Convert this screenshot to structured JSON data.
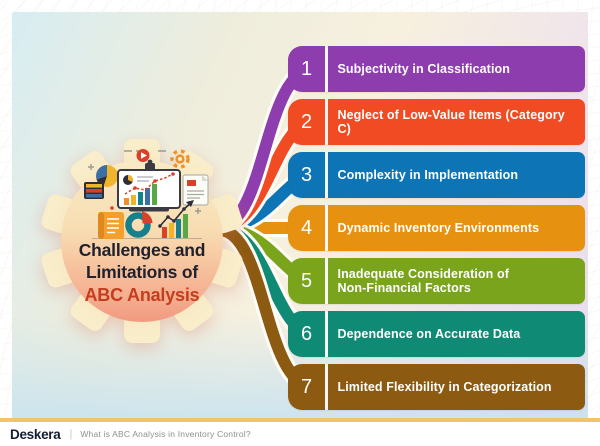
{
  "infographic": {
    "title_line1": "Challenges and",
    "title_line2": "Limitations of",
    "title_highlight": "ABC Analysis",
    "title_color": "#21212b",
    "highlight_color": "#c43d1e",
    "items": [
      {
        "number": "1",
        "label": "Subjectivity in Classification",
        "color": "#8e3daf"
      },
      {
        "number": "2",
        "label": "Neglect of Low-Value Items (Category C)",
        "color": "#f04b23"
      },
      {
        "number": "3",
        "label": "Complexity in Implementation",
        "color": "#0d74b6"
      },
      {
        "number": "4",
        "label": "Dynamic Inventory Environments",
        "color": "#e69210"
      },
      {
        "number": "5",
        "label": "Inadequate Consideration of\nNon-Financial Factors",
        "color": "#79a41b"
      },
      {
        "number": "6",
        "label": "Dependence on Accurate Data",
        "color": "#0f8a75"
      },
      {
        "number": "7",
        "label": "Limited Flexibility in Categorization",
        "color": "#8d5a11"
      }
    ],
    "center_icons": [
      "gear-illustration",
      "laptop-bar-chart-icon",
      "pie-chart-icon",
      "donut-chart-icon",
      "document-icon",
      "notepad-icon",
      "growth-line-chart-icon",
      "play-button-icon",
      "mini-gear-icon",
      "drawer-stack-icon"
    ]
  },
  "footer": {
    "brand": "Deskera",
    "separator": "|",
    "tagline": "What is ABC Analysis in Inventory Control?"
  },
  "colors": {
    "gold_divider": "#f1c46a",
    "gear_top": "#f9efcd",
    "gear_bottom": "#ee8672"
  }
}
